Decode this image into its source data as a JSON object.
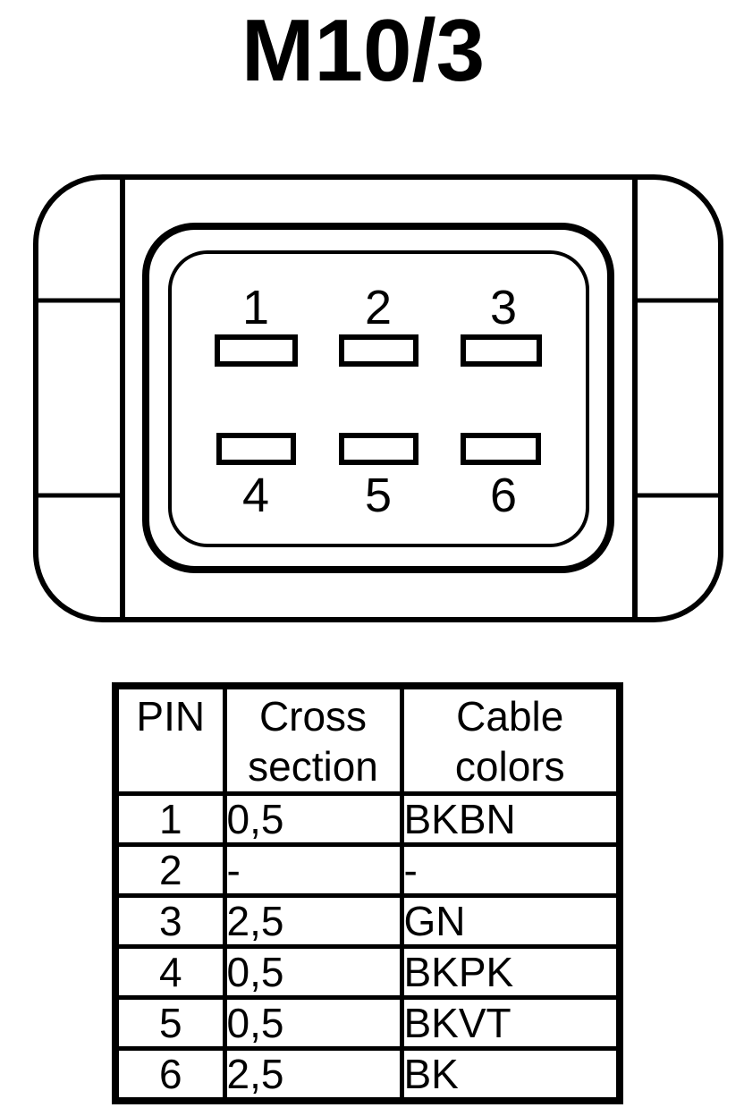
{
  "title": "M10/3",
  "connector": {
    "name": "connector-face-view",
    "pins": [
      "1",
      "2",
      "3",
      "4",
      "5",
      "6"
    ]
  },
  "table": {
    "headers": [
      "PIN",
      "Cross section",
      "Cable colors"
    ],
    "rows": [
      {
        "pin": "1",
        "cross_section": "0,5",
        "cable_color": "BKBN"
      },
      {
        "pin": "2",
        "cross_section": "-",
        "cable_color": "-"
      },
      {
        "pin": "3",
        "cross_section": "2,5",
        "cable_color": "GN"
      },
      {
        "pin": "4",
        "cross_section": "0,5",
        "cable_color": "BKPK"
      },
      {
        "pin": "5",
        "cross_section": "0,5",
        "cable_color": "BKVT"
      },
      {
        "pin": "6",
        "cross_section": "2,5",
        "cable_color": "BK"
      }
    ]
  },
  "colors": {
    "line": "#000000",
    "background": "#ffffff"
  }
}
